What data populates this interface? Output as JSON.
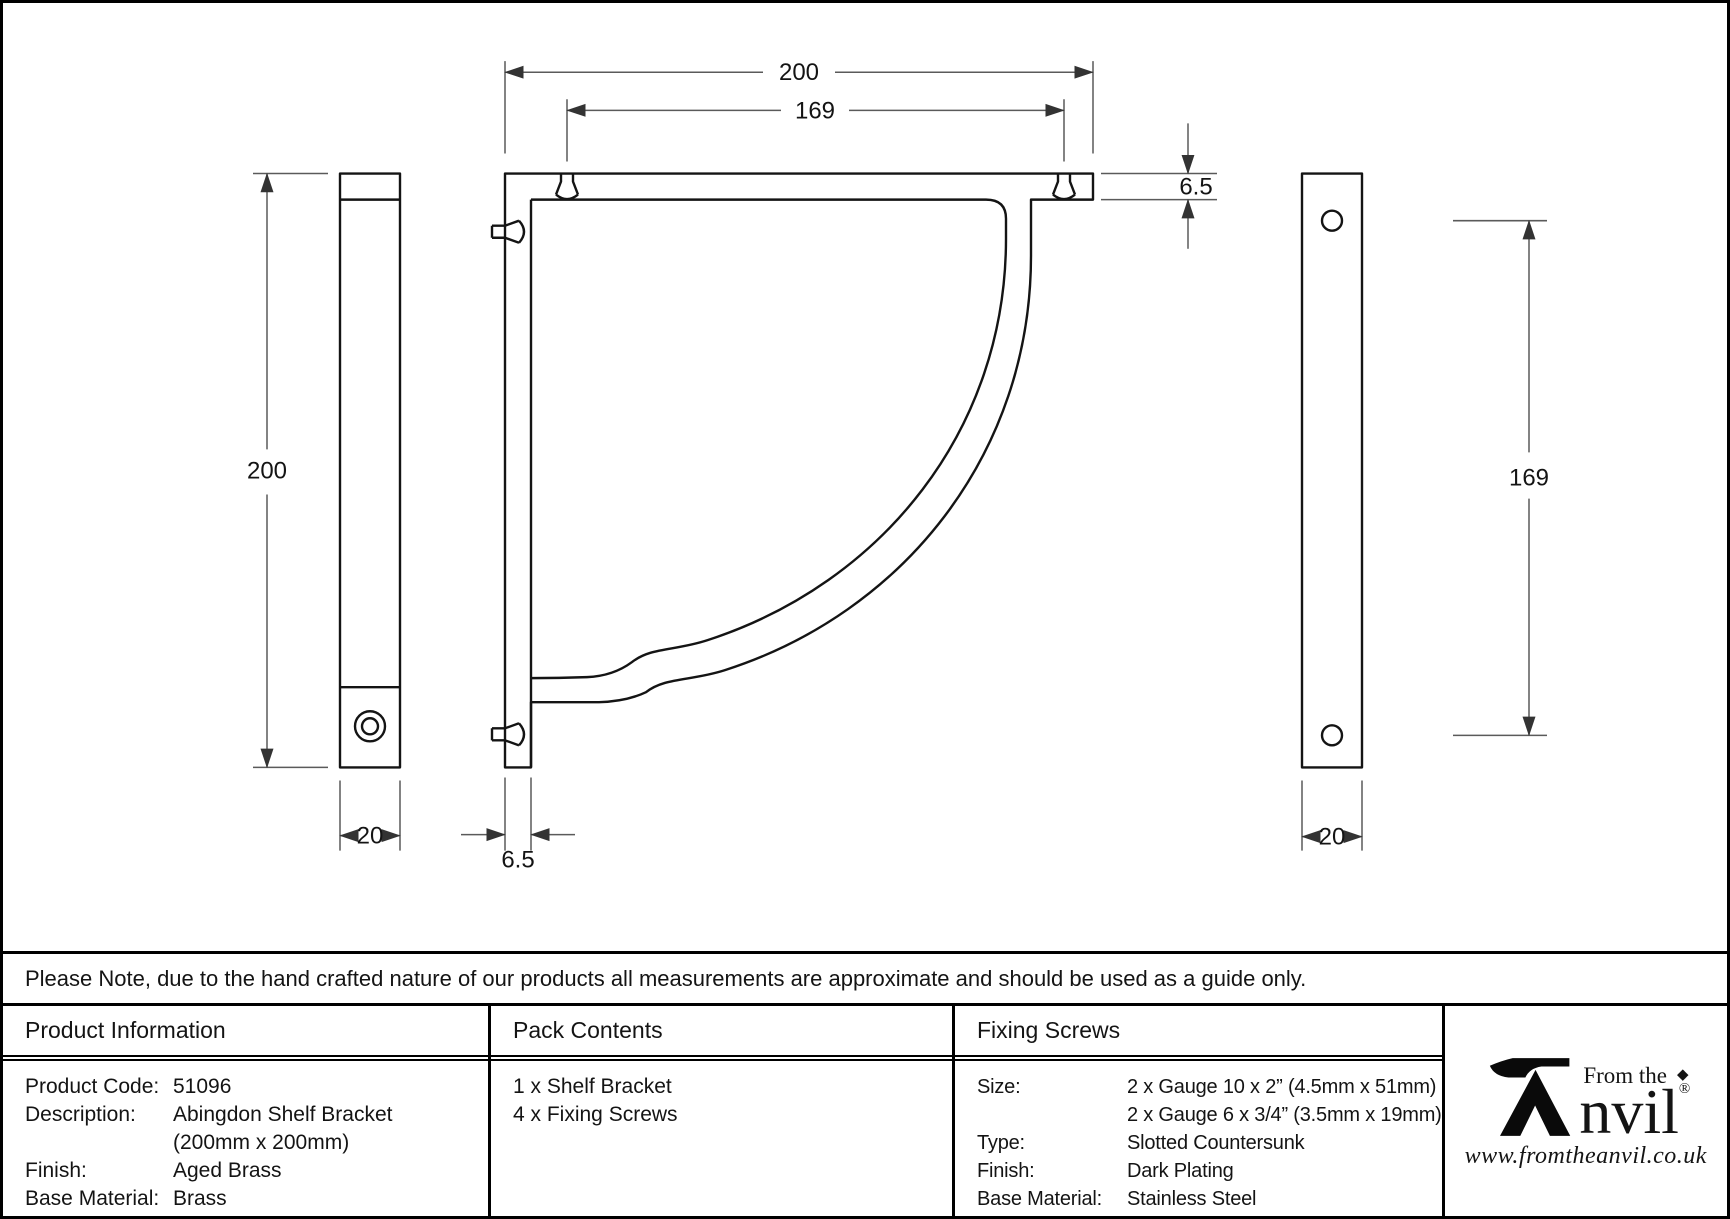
{
  "note": "Please Note, due to the hand crafted nature of our products all measurements are approximate and should be used as a guide only.",
  "drawing": {
    "dims": {
      "arm_length": "200",
      "screw_spacing": "169",
      "arm_thickness": "6.5",
      "plate_height": "200",
      "plate_width": "20",
      "plate_thickness": "6.5",
      "hole_spacing": "169",
      "back_width": "20"
    }
  },
  "table": {
    "product_information": {
      "header": "Product Information",
      "rows": [
        {
          "label": "Product Code:",
          "value": "51096"
        },
        {
          "label": "Description:",
          "value": "Abingdon Shelf Bracket"
        },
        {
          "label": "",
          "value": "(200mm x 200mm)"
        },
        {
          "label": "Finish:",
          "value": "Aged Brass"
        },
        {
          "label": "Base Material:",
          "value": "Brass"
        }
      ]
    },
    "pack_contents": {
      "header": "Pack Contents",
      "items": [
        "1 x Shelf Bracket",
        "4 x Fixing Screws"
      ]
    },
    "fixing_screws": {
      "header": "Fixing Screws",
      "rows": [
        {
          "label": "Size:",
          "value": "2 x Gauge 10 x 2” (4.5mm x 51mm)"
        },
        {
          "label": "",
          "value": "2 x Gauge 6 x 3/4” (3.5mm x 19mm)"
        },
        {
          "label": "Type:",
          "value": "Slotted Countersunk"
        },
        {
          "label": "Finish:",
          "value": "Dark Plating"
        },
        {
          "label": "Base Material:",
          "value": "Stainless Steel"
        }
      ]
    }
  },
  "logo": {
    "prefix": "From the",
    "diamond": "◆",
    "brand_rest": "nvil",
    "registered": "®",
    "url": "www.fromtheanvil.co.uk"
  }
}
